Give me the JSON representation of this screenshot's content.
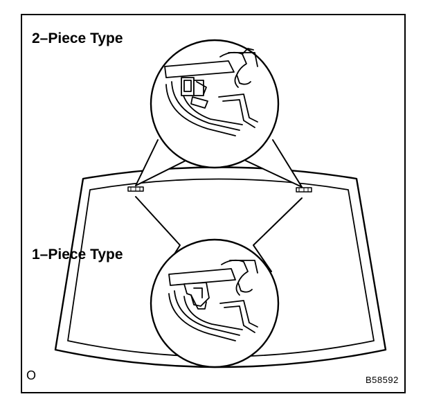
{
  "labels": {
    "two_piece": "2–Piece Type",
    "one_piece": "1–Piece Type"
  },
  "corner_mark": "O",
  "figure_code": "B58592",
  "colors": {
    "ink": "#000000",
    "paper": "#ffffff"
  }
}
